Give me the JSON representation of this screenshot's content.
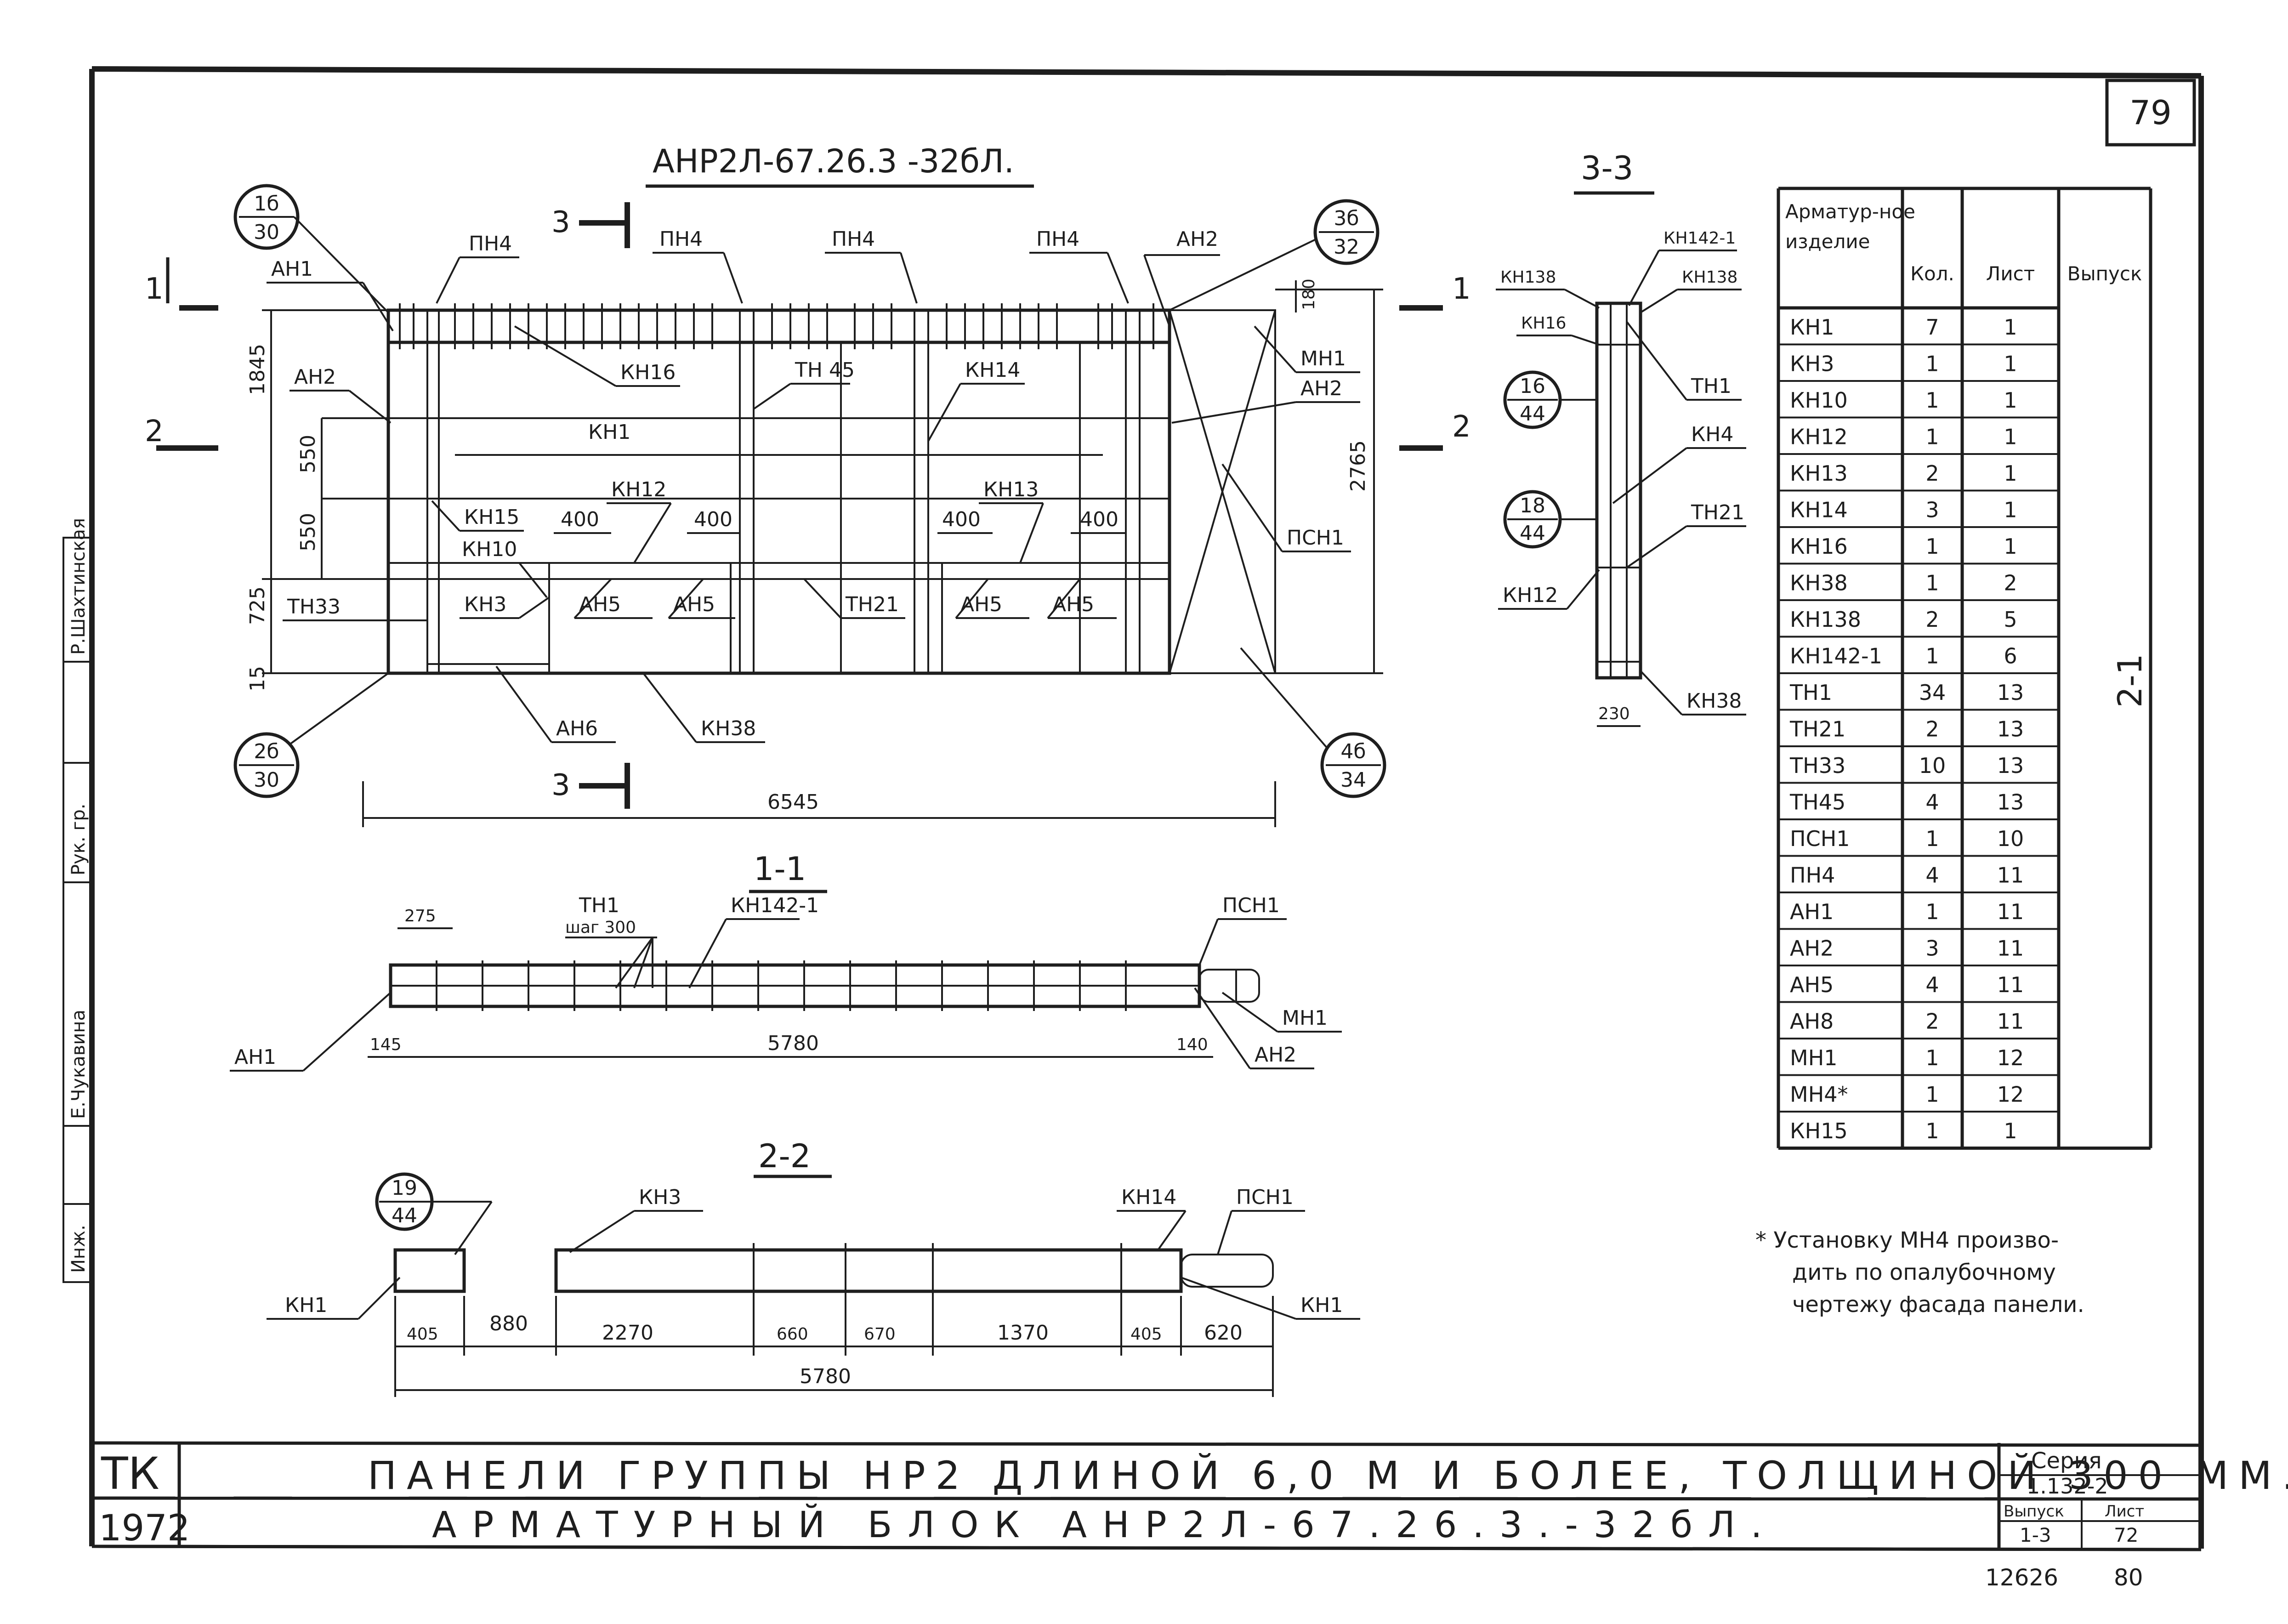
{
  "sheet": {
    "page_number": "79",
    "main_title": "АНР2Л-67.26.3 -32бЛ.",
    "section_1_title": "1-1",
    "section_2_title": "2-2",
    "section_3_title": "3-3",
    "side_title": "2-1",
    "bottom_stamp_left": "12626",
    "bottom_stamp_right": "80"
  },
  "elevation": {
    "callouts": [
      {
        "num": "1б",
        "den": "30"
      },
      {
        "num": "3б",
        "den": "32"
      },
      {
        "num": "2б",
        "den": "30"
      },
      {
        "num": "4б",
        "den": "34"
      }
    ],
    "cut_marks": {
      "cut1": "1",
      "cut2": "2",
      "cut3": "3"
    },
    "labels": {
      "ah1": "АН1",
      "ah2_left": "АН2",
      "ah2_top": "АН2",
      "ah2_right": "АН2",
      "pn4_1": "ПН4",
      "pn4_2": "ПН4",
      "pn4_3": "ПН4",
      "pn4_4": "ПН4",
      "kn16": "КН16",
      "th45": "ТН 45",
      "kn14": "КН14",
      "kn1": "КН1",
      "kn12": "КН12",
      "kn13": "КН13",
      "kn15": "КН15",
      "kn10": "КН10",
      "kn3": "КН3",
      "th33": "ТН33",
      "ah5_1": "АН5",
      "ah5_2": "АН5",
      "ah5_3": "АН5",
      "ah5_4": "АН5",
      "th21": "ТН21",
      "ah6": "АН6",
      "kn38": "КН38",
      "mn1": "МН1",
      "pcn1": "ПСН1"
    },
    "dims": {
      "h_total": "1845",
      "h_550a": "550",
      "h_550b": "550",
      "h_725": "725",
      "h_15": "15",
      "h_180": "180",
      "h_2765": "2765",
      "w_6545": "6545",
      "w_400a": "400",
      "w_400b": "400",
      "w_400c": "400",
      "w_400d": "400"
    }
  },
  "section11": {
    "labels": {
      "th1": "ТН1",
      "step": "шаг 300",
      "kn142": "КН142-1",
      "pcn1": "ПСН1",
      "mn1": "МН1",
      "ah1": "АН1",
      "ah2": "АН2"
    },
    "dims": {
      "d275": "275",
      "d145": "145",
      "d5780": "5780",
      "d140": "140"
    }
  },
  "section22": {
    "callout": {
      "num": "19",
      "den": "44"
    },
    "labels": {
      "kn3": "КН3",
      "kn14": "КН14",
      "pcn1": "ПСН1",
      "kn1_left": "КН1",
      "kn1_right": "КН1"
    },
    "dims": {
      "d405a": "405",
      "d880": "880",
      "d2270": "2270",
      "d660": "660",
      "d670": "670",
      "d1370": "1370",
      "d405b": "405",
      "d620": "620",
      "d5780": "5780"
    }
  },
  "section33": {
    "callouts": [
      {
        "num": "16",
        "den": "44"
      },
      {
        "num": "18",
        "den": "44"
      }
    ],
    "labels": {
      "kn142": "КН142-1",
      "kn138_left": "КН138",
      "kn138_right": "КН138",
      "kn16": "КН16",
      "th1": "ТН1",
      "kn4": "КН4",
      "th21": "ТН21",
      "kn12": "КН12",
      "kn38": "КН38"
    },
    "dims": {
      "d230": "230"
    }
  },
  "spec_table": {
    "headers": [
      "Арматур-ное изделие",
      "Кол.",
      "Лист",
      "Выпуск"
    ],
    "rows": [
      [
        "КН1",
        "7",
        "1"
      ],
      [
        "КН3",
        "1",
        "1"
      ],
      [
        "КН10",
        "1",
        "1"
      ],
      [
        "КН12",
        "1",
        "1"
      ],
      [
        "КН13",
        "2",
        "1"
      ],
      [
        "КН14",
        "3",
        "1"
      ],
      [
        "КН16",
        "1",
        "1"
      ],
      [
        "КН38",
        "1",
        "2"
      ],
      [
        "КН138",
        "2",
        "5"
      ],
      [
        "КН142-1",
        "1",
        "6"
      ],
      [
        "ТН1",
        "34",
        "13"
      ],
      [
        "ТН21",
        "2",
        "13"
      ],
      [
        "ТН33",
        "10",
        "13"
      ],
      [
        "ТН45",
        "4",
        "13"
      ],
      [
        "ПСН1",
        "1",
        "10"
      ],
      [
        "ПН4",
        "4",
        "11"
      ],
      [
        "АН1",
        "1",
        "11"
      ],
      [
        "АН2",
        "3",
        "11"
      ],
      [
        "АН5",
        "4",
        "11"
      ],
      [
        "АН8",
        "2",
        "11"
      ],
      [
        "МН1",
        "1",
        "12"
      ],
      [
        "МН4*",
        "1",
        "12"
      ],
      [
        "КН15",
        "1",
        "1"
      ]
    ]
  },
  "note": {
    "line1": "* Установку МН4 произво-",
    "line2": "дить по опалубочному",
    "line3": "чертежу фасада панели."
  },
  "left_strip": {
    "name": "Р.Шахтинская",
    "role1": "Рук. гр.",
    "name2": "Е.Чукавина",
    "role2": "Инж."
  },
  "title_block": {
    "org": "ТК",
    "year": "1972",
    "line1": "ПАНЕЛИ ГРУППЫ НР2 ДЛИНОЙ 6,0 М И БОЛЕЕ, ТОЛЩИНОЙ 300 ММ.",
    "line2": "АРМАТУРНЫЙ БЛОК АНР2Л-67.26.3.-32бЛ.",
    "seria_label": "Серия",
    "seria_value": "1.132-2",
    "vypusk_label": "Выпуск",
    "vypusk_value": "1-3",
    "list_label": "Лист",
    "list_value": "72"
  }
}
